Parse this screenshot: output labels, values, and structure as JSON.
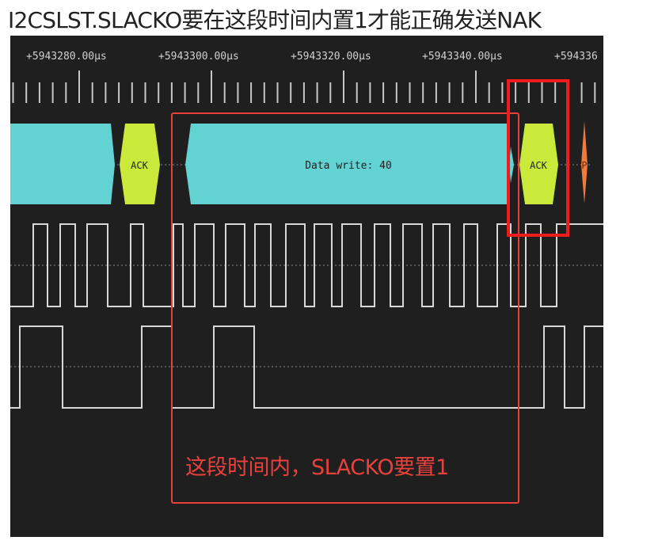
{
  "title": "I2CSLST.SLACKO要在这段时间内置1才能正确发送NAK",
  "timeline": {
    "labels": [
      "+5943280.00μs",
      "+5943300.00μs",
      "+5943320.00μs",
      "+5943340.00μs",
      "+594336"
    ]
  },
  "decode": {
    "segments": [
      {
        "type": "data",
        "label": ""
      },
      {
        "type": "ack",
        "label": "ACK"
      },
      {
        "type": "data",
        "label": "Data write: 40"
      },
      {
        "type": "data",
        "label": ""
      },
      {
        "type": "ack",
        "label": "ACK"
      },
      {
        "type": "stop",
        "label": "P"
      }
    ]
  },
  "annotation": {
    "label": "这段时间内，SLACKO要置1"
  },
  "colors": {
    "background": "#1f1f1f",
    "data_segment": "#63d2d3",
    "ack_segment": "#cbe93a",
    "stop_segment": "#f07a3a",
    "waveform": "#d8d8d8",
    "annotation": "#e8413c",
    "highlight": "#ee1c1c"
  }
}
